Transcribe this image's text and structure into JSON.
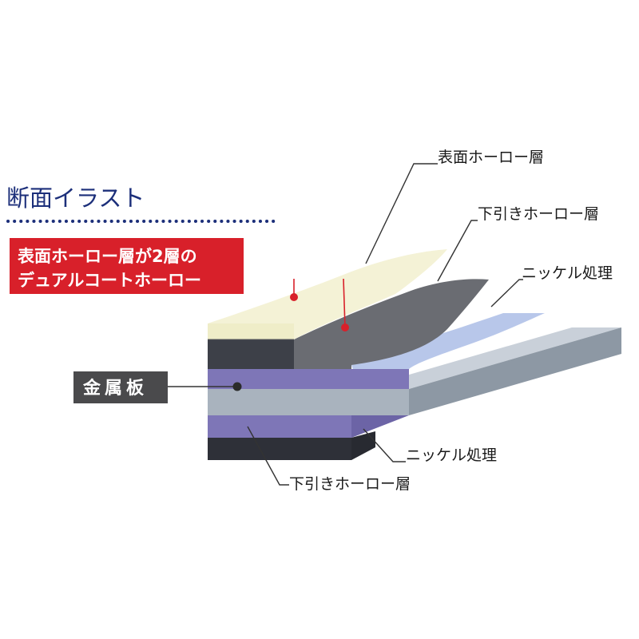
{
  "heading": "断面イラスト",
  "callout": {
    "line1": "表面ホーロー層が2層の",
    "line2": "デュアルコートホーロー"
  },
  "labels": {
    "surface_enamel": "表面ホーロー層",
    "base_enamel_top": "下引きホーロー層",
    "nickel_top": "ニッケル処理",
    "metal_plate": "金属板",
    "nickel_bottom": "ニッケル処理",
    "base_enamel_bottom": "下引きホーロー層"
  },
  "colors": {
    "heading": "#1c2f7a",
    "dotted_rule": "#1c2f7a",
    "callout_box": "#d8202a",
    "metal_box": "#4a4a4c",
    "surface_enamel": "#f4f2d6",
    "base_enamel": "#3d4048",
    "nickel": "#8077b8",
    "metal": "#a9b3be"
  }
}
